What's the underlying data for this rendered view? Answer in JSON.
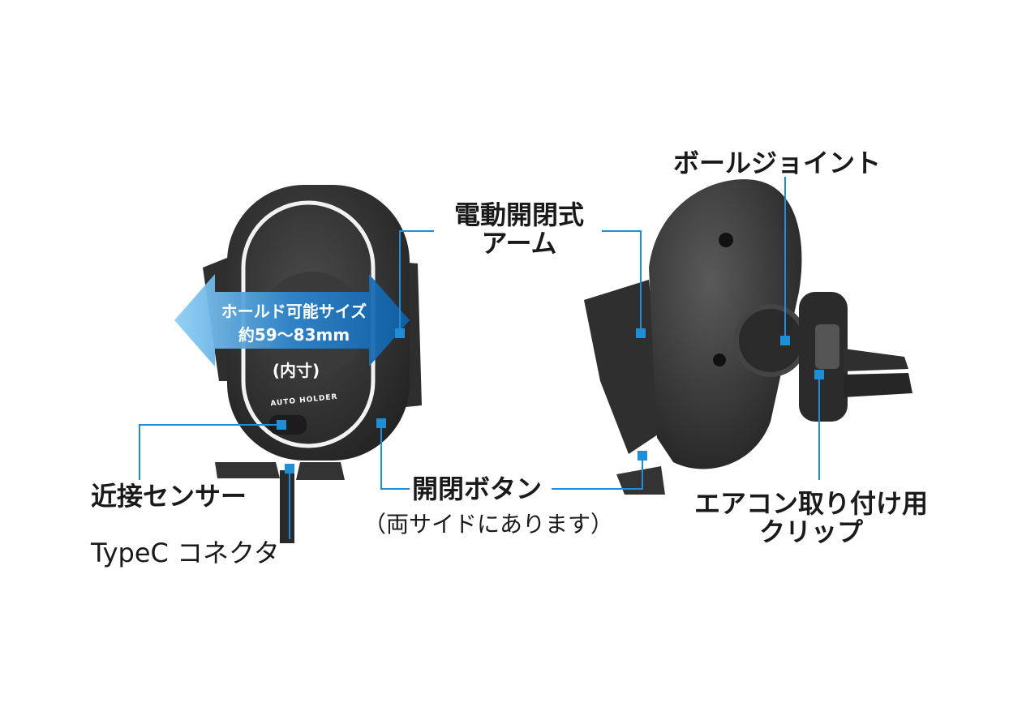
{
  "colors": {
    "accent": "#1e8fd6",
    "device_dark": "#2b2b2b",
    "device_mid": "#3a3a3a",
    "ring": "#f2f2f2"
  },
  "overlay": {
    "line1": "ホールド可能サイズ",
    "line2": "約59～83mm",
    "line3": "(内寸)"
  },
  "device_brand": "AUTO HOLDER",
  "labels": {
    "arm_line1": "電動開閉式",
    "arm_line2": "アーム",
    "ball_joint": "ボールジョイント",
    "sensor": "近接センサー",
    "typec": "TypeC コネクタ",
    "button_line1": "開閉ボタン",
    "button_line2": "（両サイドにあります）",
    "clip_line1": "エアコン取り付け用",
    "clip_line2": "クリップ"
  },
  "icons": [
    "double-arrow-icon"
  ]
}
